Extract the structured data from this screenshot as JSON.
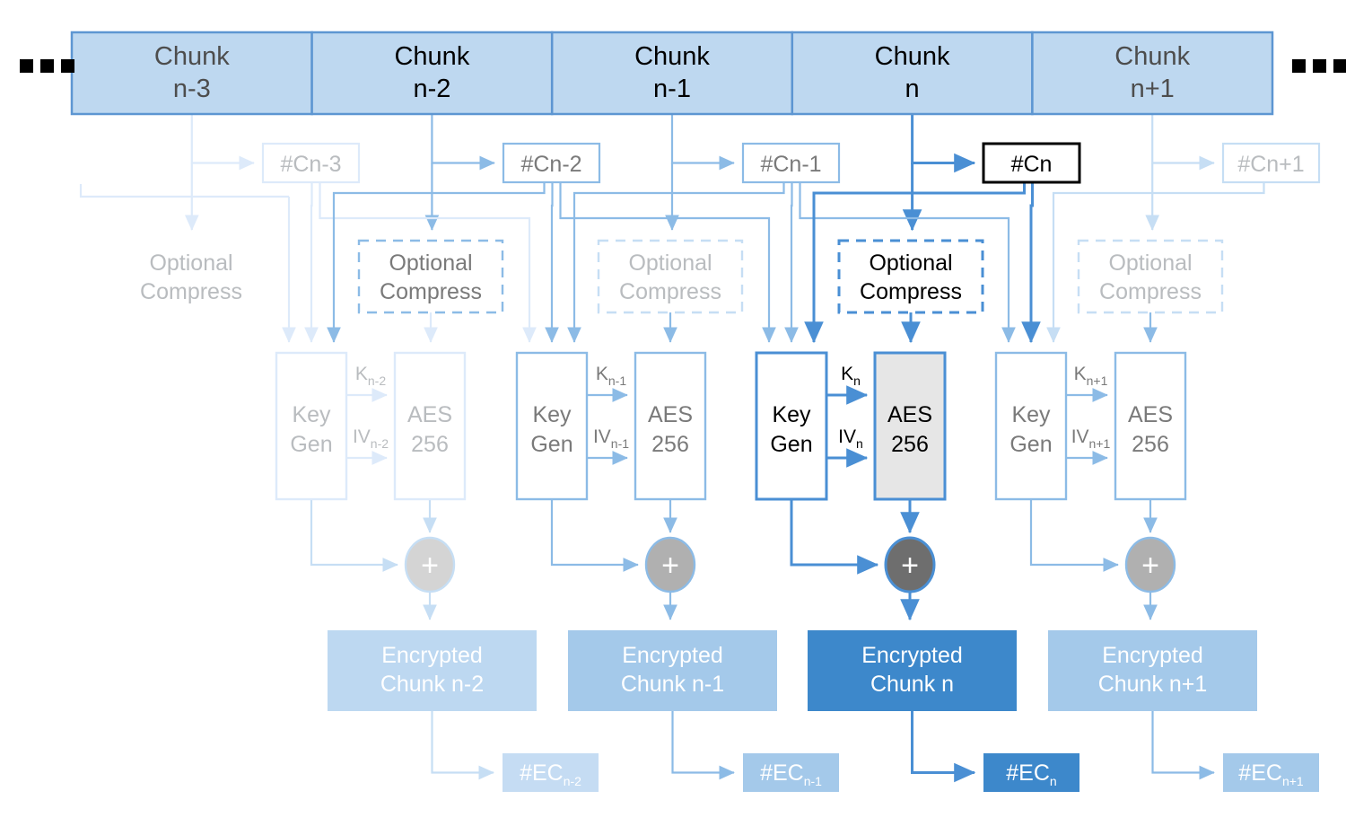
{
  "diagram": {
    "title": "Chunked convergent encryption pipeline",
    "type": "flow-diagram",
    "ellipsis_left": "...",
    "ellipsis_right": "...",
    "colors": {
      "chunk_fill": "#bed8f0",
      "chunk_stroke": "#5d96d2",
      "wire_strong": "#4a8fd4",
      "wire_mid": "#8cbbe6",
      "wire_faint": "#c6def4",
      "wire_faintest": "#ddeafa",
      "text_dark": "#000000",
      "text_gray": "#7a7a7a",
      "text_gray_light": "#b9bcbf",
      "aes_active_fill": "#e6e6e6",
      "enc_n2": "#bdd8f1",
      "enc_n1": "#a4c9ea",
      "enc_n": "#3d88cb",
      "enc_np1": "#a4c9ea",
      "ec_n2": "#c5dcf3",
      "ec_n1": "#a4c9ea",
      "ec_n": "#3d88cb",
      "ec_np1": "#a4c9ea",
      "xor_faint": "#d4d4d4",
      "xor_mid": "#b0b0b0",
      "xor_active": "#6e6e6e"
    },
    "chunks": [
      {
        "id": "c-n3",
        "line1": "Chunk",
        "line2": "n-3",
        "emphasis": "faint"
      },
      {
        "id": "c-n2",
        "line1": "Chunk",
        "line2": "n-2",
        "emphasis": "normal"
      },
      {
        "id": "c-n1",
        "line1": "Chunk",
        "line2": "n-1",
        "emphasis": "normal"
      },
      {
        "id": "c-n",
        "line1": "Chunk",
        "line2": "n",
        "emphasis": "active"
      },
      {
        "id": "c-np1",
        "line1": "Chunk",
        "line2": "n+1",
        "emphasis": "faint"
      }
    ],
    "hashes": [
      {
        "id": "h-n3",
        "label": "#Cn-3",
        "emphasis": "faintest"
      },
      {
        "id": "h-n2",
        "label": "#Cn-2",
        "emphasis": "mid"
      },
      {
        "id": "h-n1",
        "label": "#Cn-1",
        "emphasis": "mid"
      },
      {
        "id": "h-n",
        "label": "#Cn",
        "emphasis": "active"
      },
      {
        "id": "h-np1",
        "label": "#Cn+1",
        "emphasis": "faint"
      }
    ],
    "compress": [
      {
        "id": "oc-n3",
        "line1": "Optional",
        "line2": "Compress",
        "emphasis": "faintest"
      },
      {
        "id": "oc-n2",
        "line1": "Optional",
        "line2": "Compress",
        "emphasis": "mid"
      },
      {
        "id": "oc-n1",
        "line1": "Optional",
        "line2": "Compress",
        "emphasis": "faint"
      },
      {
        "id": "oc-n",
        "line1": "Optional",
        "line2": "Compress",
        "emphasis": "active"
      },
      {
        "id": "oc-np1",
        "line1": "Optional",
        "line2": "Compress",
        "emphasis": "faint"
      }
    ],
    "keygen": [
      {
        "id": "kg-n2",
        "line1": "Key",
        "line2": "Gen",
        "emphasis": "faintest"
      },
      {
        "id": "kg-n1",
        "line1": "Key",
        "line2": "Gen",
        "emphasis": "mid"
      },
      {
        "id": "kg-n",
        "line1": "Key",
        "line2": "Gen",
        "emphasis": "active"
      },
      {
        "id": "kg-np1",
        "line1": "Key",
        "line2": "Gen",
        "emphasis": "mid"
      }
    ],
    "aes": [
      {
        "id": "aes-n2",
        "line1": "AES",
        "line2": "256",
        "emphasis": "faintest",
        "filled": false
      },
      {
        "id": "aes-n1",
        "line1": "AES",
        "line2": "256",
        "emphasis": "mid",
        "filled": false
      },
      {
        "id": "aes-n",
        "line1": "AES",
        "line2": "256",
        "emphasis": "active",
        "filled": true
      },
      {
        "id": "aes-np1",
        "line1": "AES",
        "line2": "256",
        "emphasis": "mid",
        "filled": false
      }
    ],
    "key_labels": [
      {
        "id": "k-n2",
        "base": "K",
        "sub": "n-2"
      },
      {
        "id": "k-n1",
        "base": "K",
        "sub": "n-1"
      },
      {
        "id": "k-n",
        "base": "K",
        "sub": "n"
      },
      {
        "id": "k-np1",
        "base": "K",
        "sub": "n+1"
      }
    ],
    "iv_labels": [
      {
        "id": "iv-n2",
        "base": "IV",
        "sub": "n-2"
      },
      {
        "id": "iv-n1",
        "base": "IV",
        "sub": "n-1"
      },
      {
        "id": "iv-n",
        "base": "IV",
        "sub": "n"
      },
      {
        "id": "iv-np1",
        "base": "IV",
        "sub": "n+1"
      }
    ],
    "xor": [
      {
        "id": "xor-n2",
        "glyph": "+",
        "emphasis": "faint"
      },
      {
        "id": "xor-n1",
        "glyph": "+",
        "emphasis": "mid"
      },
      {
        "id": "xor-n",
        "glyph": "+",
        "emphasis": "active"
      },
      {
        "id": "xor-np1",
        "glyph": "+",
        "emphasis": "mid"
      }
    ],
    "encrypted": [
      {
        "id": "enc-n2",
        "line1": "Encrypted",
        "line2": "Chunk n-2",
        "emphasis": "faint"
      },
      {
        "id": "enc-n1",
        "line1": "Encrypted",
        "line2": "Chunk n-1",
        "emphasis": "mid"
      },
      {
        "id": "enc-n",
        "line1": "Encrypted",
        "line2": "Chunk n",
        "emphasis": "active"
      },
      {
        "id": "enc-np1",
        "line1": "Encrypted",
        "line2": "Chunk n+1",
        "emphasis": "mid"
      }
    ],
    "enc_hashes": [
      {
        "id": "ec-n2",
        "base": "#EC",
        "sub": "n-2",
        "emphasis": "faint"
      },
      {
        "id": "ec-n1",
        "base": "#EC",
        "sub": "n-1",
        "emphasis": "mid"
      },
      {
        "id": "ec-n",
        "base": "#EC",
        "sub": "n",
        "emphasis": "active"
      },
      {
        "id": "ec-np1",
        "base": "#EC",
        "sub": "n+1",
        "emphasis": "mid"
      }
    ]
  }
}
